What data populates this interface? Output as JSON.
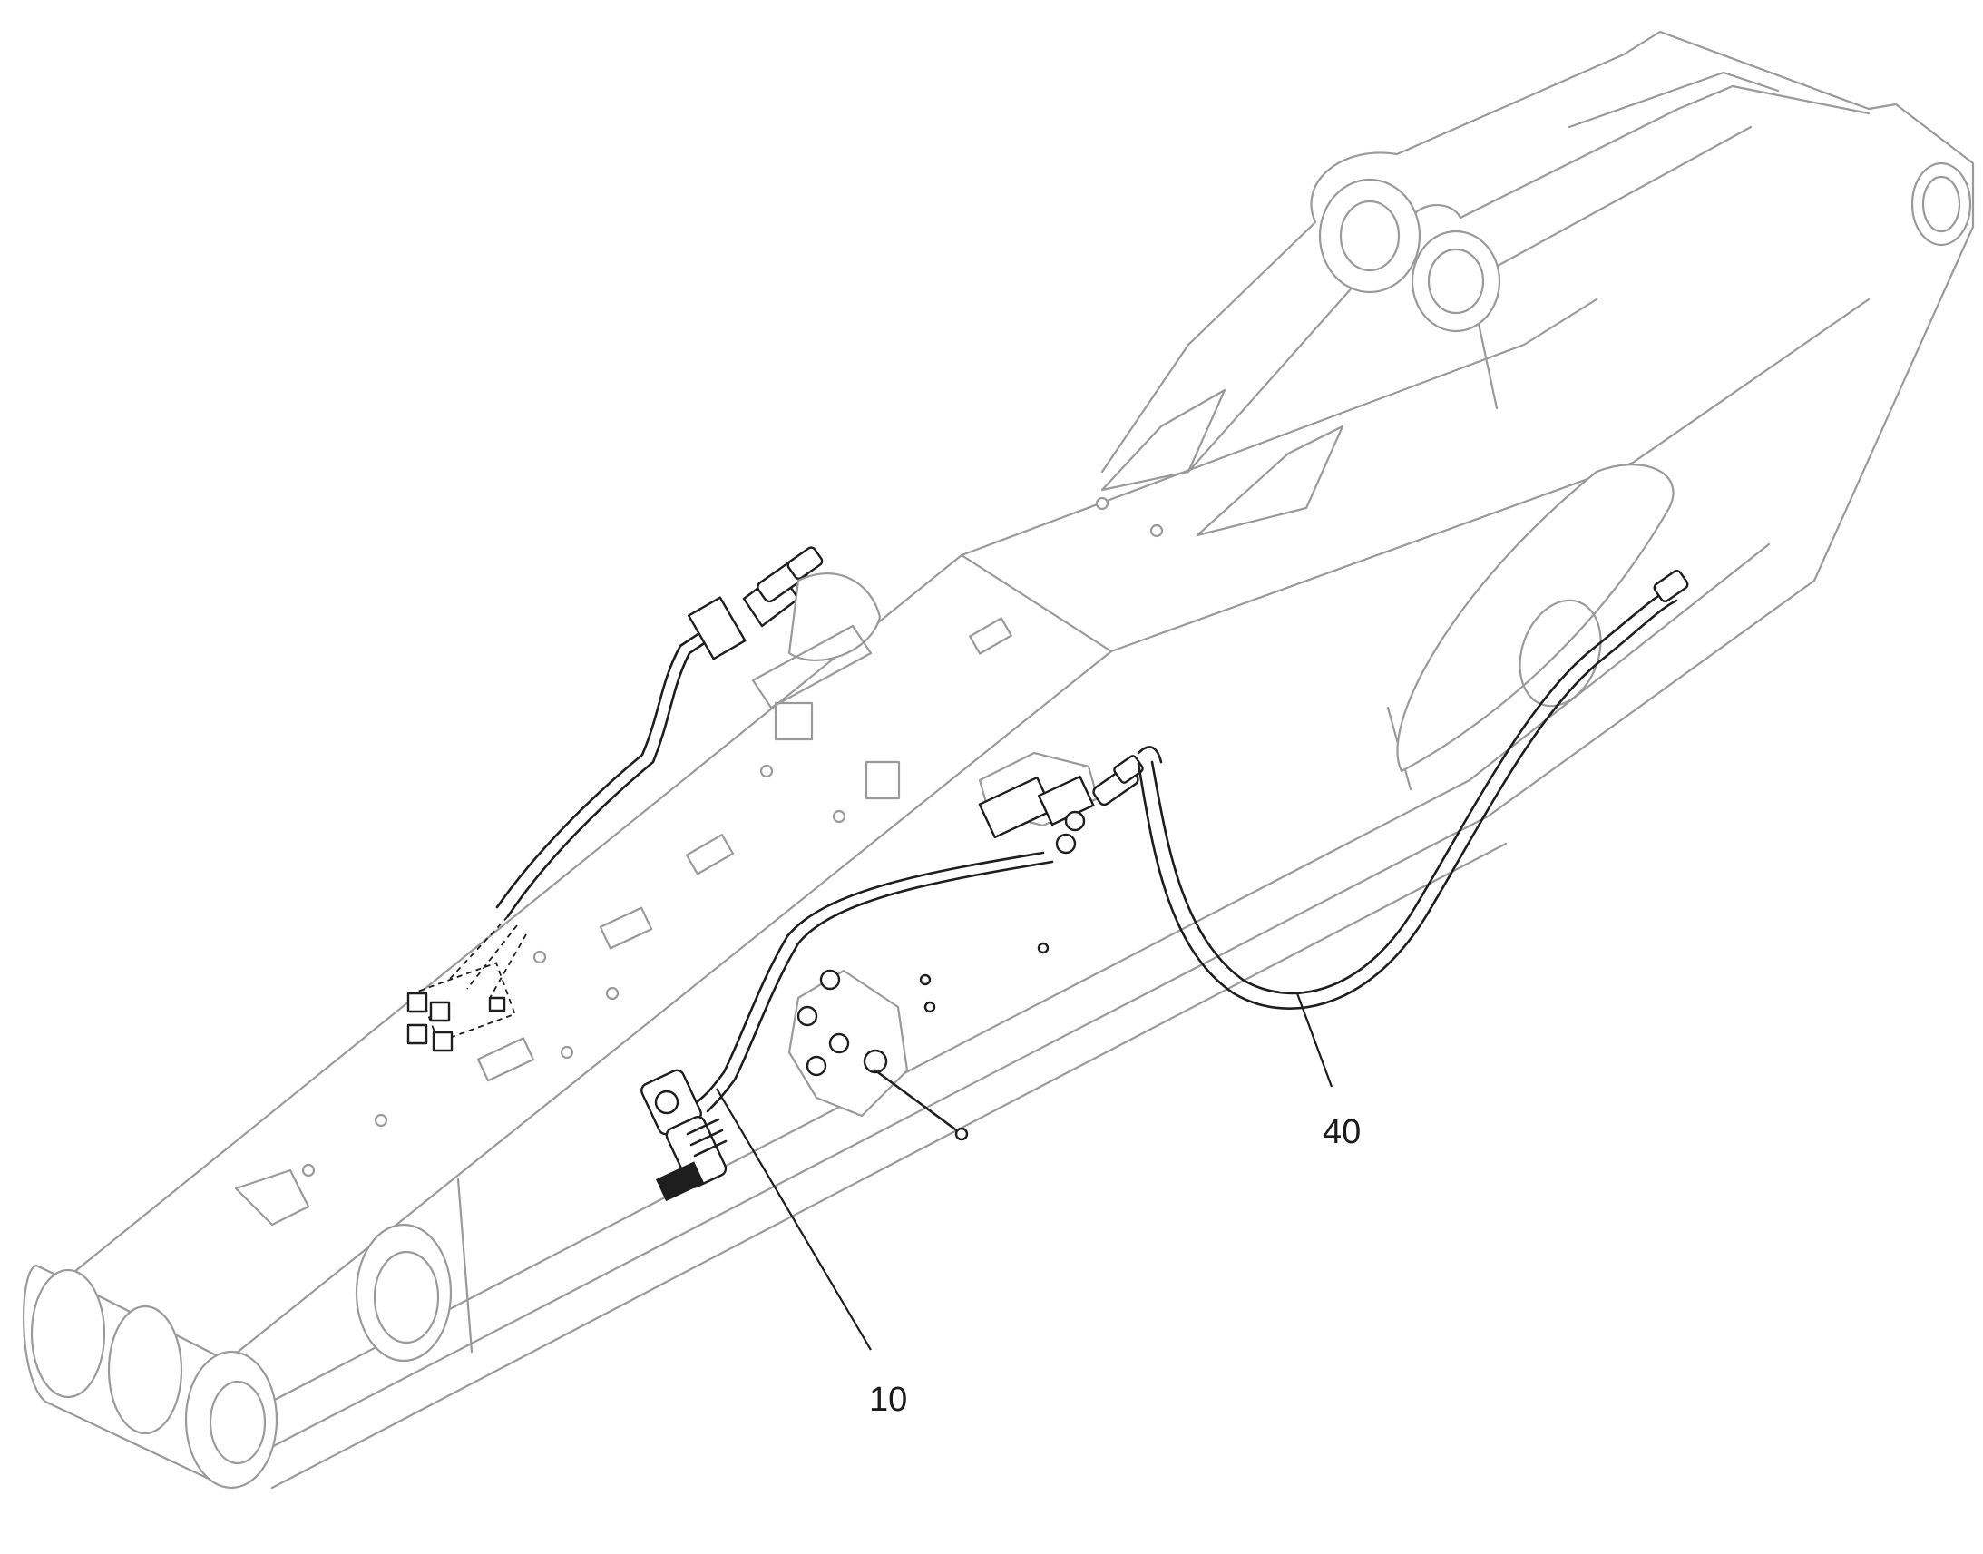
{
  "diagram": {
    "callouts": [
      {
        "id": "hose-10",
        "label": "10"
      },
      {
        "id": "hose-40",
        "label": "40"
      }
    ],
    "colors": {
      "outline": "#9a9a9a",
      "part": "#1e1e1e",
      "background": "#ffffff"
    }
  }
}
